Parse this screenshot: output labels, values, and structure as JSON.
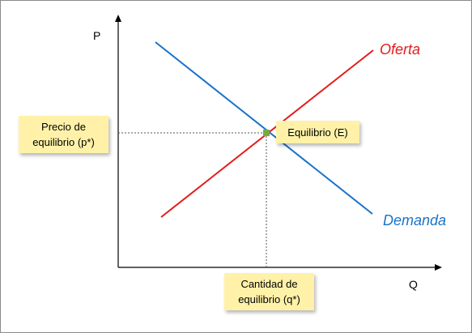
{
  "axes": {
    "y_label": "P",
    "x_label": "Q"
  },
  "curves": {
    "supply": {
      "label": "Oferta",
      "color": "#e31b1b"
    },
    "demand": {
      "label": "Demanda",
      "color": "#1a73c8"
    }
  },
  "equilibrium": {
    "point_color": "#70ad47",
    "guide_color": "#555555"
  },
  "callouts": {
    "price_line1": "Precio de",
    "price_line2": "equilibrio (p*)",
    "equilibrium": "Equilibrio (E)",
    "quantity_line1": "Cantidad de",
    "quantity_line2": "equilibrio (q*)"
  },
  "colors": {
    "callout_fill": "#fff2a8",
    "axis": "#000000"
  }
}
